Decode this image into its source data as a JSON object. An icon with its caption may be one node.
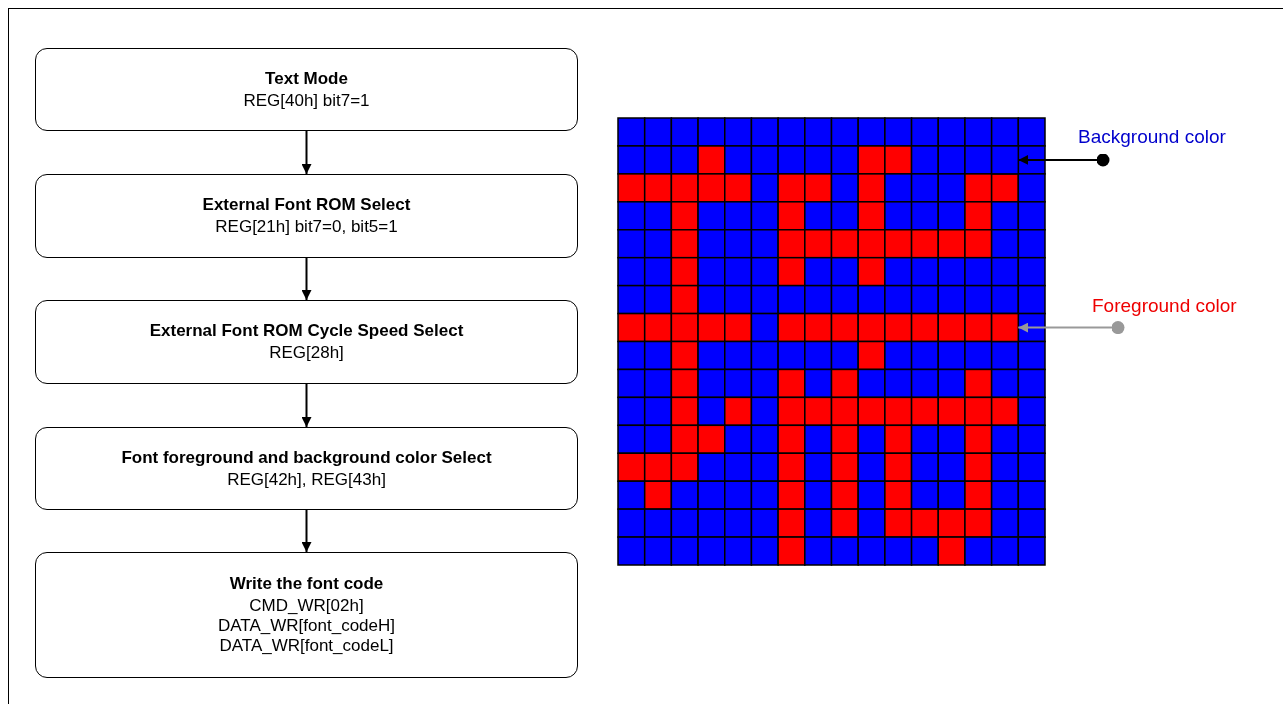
{
  "diagram": {
    "nodes": [
      {
        "text": [
          "Text Mode",
          "REG[40h] bit7=1"
        ]
      },
      {
        "text": [
          "External Font ROM Select",
          "REG[21h] bit7=0, bit5=1"
        ]
      },
      {
        "text": [
          "External Font ROM Cycle Speed Select",
          "REG[28h]"
        ]
      },
      {
        "text": [
          "Font foreground and background color Select",
          "REG[42h], REG[43h]"
        ]
      },
      {
        "text": [
          "Write the font code",
          "CMD_WR[02h]",
          "DATA_WR[font_codeH]",
          "DATA_WR[font_codeL]"
        ]
      },
      {
        "text": [],
        "shape": "picture"
      },
      {
        "text": [
          "Background color"
        ]
      },
      {
        "text": [
          "Foreground color"
        ]
      },
      {
        "text": [],
        "shape": "box",
        "in": 5
      },
      {
        "text": [],
        "shape": "box",
        "in": 5
      }
    ],
    "edges": [
      {
        "from": 0,
        "to": 1,
        "arrow": "to"
      },
      {
        "from": 1,
        "to": 2,
        "arrow": "to"
      },
      {
        "from": 2,
        "to": 3,
        "arrow": "to"
      },
      {
        "from": 3,
        "to": 4,
        "arrow": "to"
      },
      {
        "from": 6,
        "to": 8,
        "arrow": "to"
      },
      {
        "from": 7,
        "to": 9,
        "arrow": "to",
        "color": "#999999"
      }
    ]
  }
}
